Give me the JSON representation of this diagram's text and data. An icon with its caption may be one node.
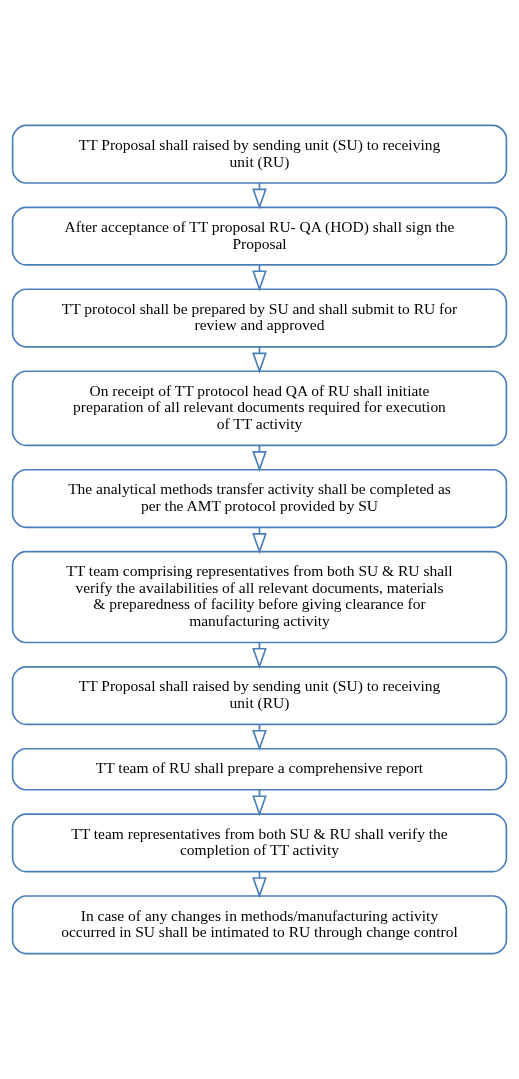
{
  "diagram": {
    "nodes": [
      {
        "text": [
          "TT Proposal shall raised by sending unit (SU) to receiving unit (RU)"
        ]
      },
      {
        "text": [
          "After acceptance of TT proposal RU- QA (HOD) shall sign the Proposal"
        ]
      },
      {
        "text": [
          "TT protocol shall be prepared by SU and shall submit to RU for review and approved"
        ]
      },
      {
        "text": [
          "On receipt of TT protocol head QA of RU shall initiate preparation of all relevant documents required for execution of TT activity"
        ]
      },
      {
        "text": [
          "The analytical methods transfer activity shall be completed as per the AMT protocol provided by SU"
        ]
      },
      {
        "text": [
          "TT team comprising representatives from both SU & RU shall verify the availabilities of all relevant documents, materials & preparedness of facility before giving clearance for manufacturing activity"
        ]
      },
      {
        "text": [
          "TT Proposal shall raised by sending unit (SU) to receiving unit (RU)"
        ]
      },
      {
        "text": [
          "TT team of RU shall prepare a comprehensive report"
        ]
      },
      {
        "text": [
          "TT team representatives from both SU & RU shall verify the completion of TT activity"
        ]
      },
      {
        "text": [
          "In case of any changes in methods/manufacturing activity occurred in SU shall be intimated to RU through change control"
        ]
      }
    ],
    "edges": [
      {
        "from": 0,
        "to": 1,
        "arrow": "to"
      },
      {
        "from": 1,
        "to": 2,
        "arrow": "to"
      },
      {
        "from": 2,
        "to": 3,
        "arrow": "to"
      },
      {
        "from": 3,
        "to": 4,
        "arrow": "to"
      },
      {
        "from": 4,
        "to": 5,
        "arrow": "to"
      },
      {
        "from": 5,
        "to": 6,
        "arrow": "to"
      },
      {
        "from": 6,
        "to": 7,
        "arrow": "to"
      },
      {
        "from": 7,
        "to": 8,
        "arrow": "to"
      },
      {
        "from": 8,
        "to": 9,
        "arrow": "to"
      }
    ]
  }
}
